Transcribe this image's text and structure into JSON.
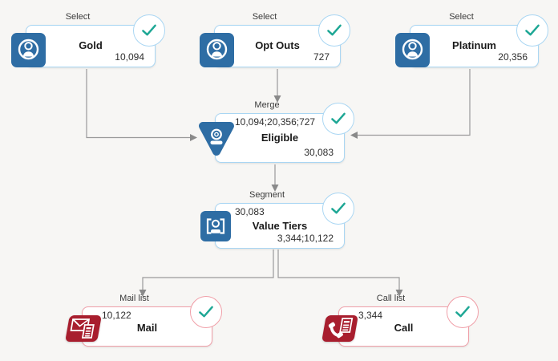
{
  "app": {
    "view": "campaign-flowchart-canvas",
    "status_meaning": "completed"
  },
  "colors": {
    "background": "#f7f6f4",
    "node_border_blue": "#a9d6f3",
    "node_border_red": "#f09fa8",
    "icon_blue": "#2e6da4",
    "icon_crimson": "#a81e2e",
    "check_teal": "#1ea795",
    "connector_gray": "#9a9a9a",
    "title_text": "#1a1a1a",
    "label_text": "#3b3b3b"
  },
  "nodes": {
    "gold": {
      "type_label": "Select",
      "title": "Gold",
      "output_count": "10,094",
      "icon": "audience-select-icon",
      "status": "complete"
    },
    "opt_outs": {
      "type_label": "Select",
      "title": "Opt Outs",
      "output_count": "727",
      "icon": "audience-select-icon",
      "status": "complete"
    },
    "platinum": {
      "type_label": "Select",
      "title": "Platinum",
      "output_count": "20,356",
      "icon": "audience-select-icon",
      "status": "complete"
    },
    "eligible": {
      "type_label": "Merge",
      "title": "Eligible",
      "input_counts": "10,094;20,356;727",
      "output_count": "30,083",
      "icon": "merge-funnel-icon",
      "status": "complete"
    },
    "value_tiers": {
      "type_label": "Segment",
      "title": "Value Tiers",
      "input_counts": "30,083",
      "output_counts": "3,344;10,122",
      "icon": "segment-icon",
      "status": "complete"
    },
    "mail": {
      "type_label": "Mail list",
      "title": "Mail",
      "input_counts": "10,122",
      "icon": "mail-list-icon",
      "status": "complete"
    },
    "call": {
      "type_label": "Call list",
      "title": "Call",
      "input_counts": "3,344",
      "icon": "call-list-icon",
      "status": "complete"
    }
  },
  "edges": [
    {
      "from": "gold",
      "to": "eligible"
    },
    {
      "from": "opt_outs",
      "to": "eligible"
    },
    {
      "from": "platinum",
      "to": "eligible"
    },
    {
      "from": "eligible",
      "to": "value_tiers"
    },
    {
      "from": "value_tiers",
      "to": "mail"
    },
    {
      "from": "value_tiers",
      "to": "call"
    }
  ]
}
